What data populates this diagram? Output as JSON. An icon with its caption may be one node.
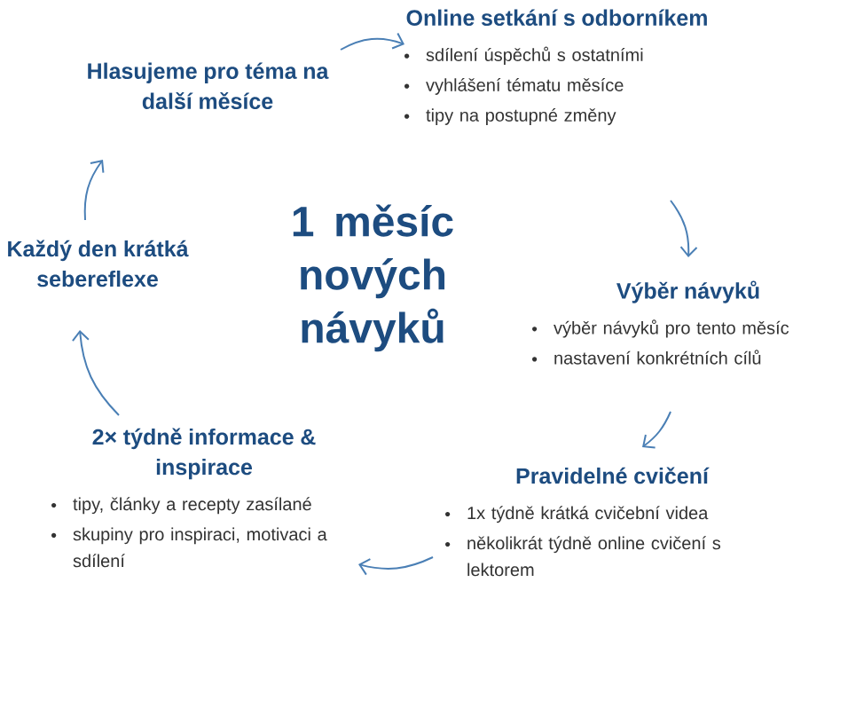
{
  "diagram": {
    "nodes": [
      {
        "text": [
          "Online setkání s odborníkem",
          "sdílení úspěchů s ostatními",
          "vyhlášení tématu měsíce",
          "tipy na postupné změny"
        ]
      },
      {
        "text": [
          "Hlasujeme pro téma na další měsíce"
        ]
      },
      {
        "text": [
          "1 měsíc nových návyků"
        ]
      },
      {
        "text": [
          "Každý den krátká sebereflexe"
        ]
      },
      {
        "text": [
          "Výběr návyků",
          "výběr návyků pro tento měsíc",
          "nastavení konkrétních cílů"
        ]
      },
      {
        "text": [
          "2× týdně informace & inspirace",
          "tipy, články a recepty zasílané",
          "skupiny pro inspiraci, motivaci a sdílení"
        ]
      },
      {
        "text": [
          "Pravidelné cvičení",
          "1x týdně krátká cvičební videa",
          "několikrát týdně online cvičení s lektorem"
        ]
      }
    ],
    "edges": [
      {
        "from": 1,
        "to": 0,
        "arrow": "to"
      },
      {
        "from": 0,
        "to": 4,
        "arrow": "to"
      },
      {
        "from": 4,
        "to": 6,
        "arrow": "to"
      },
      {
        "from": 6,
        "to": 5,
        "arrow": "to"
      },
      {
        "from": 5,
        "to": 3,
        "arrow": "to"
      },
      {
        "from": 3,
        "to": 1,
        "arrow": "to"
      }
    ]
  }
}
